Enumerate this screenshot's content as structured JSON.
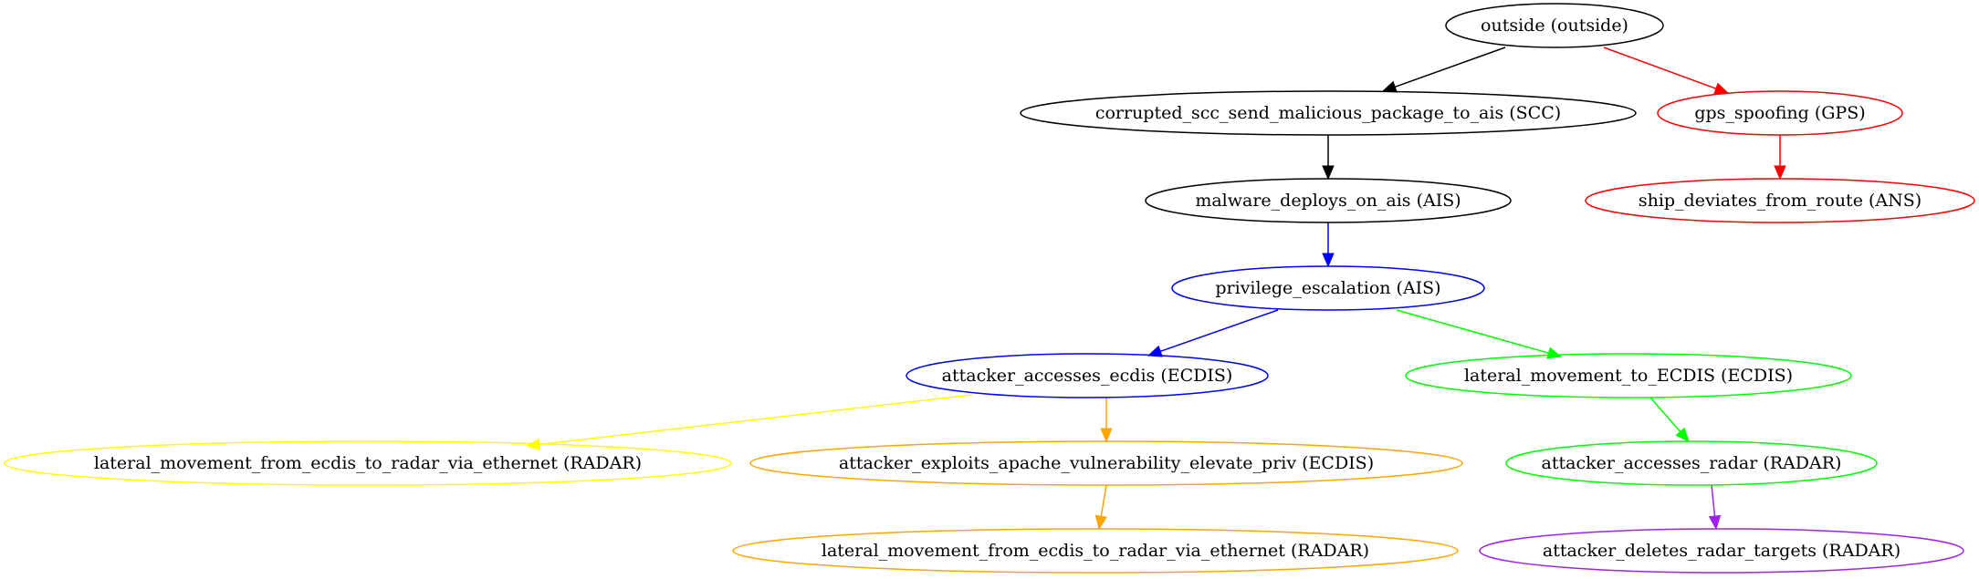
{
  "nodes": [
    {
      "id": "n_outside",
      "label": "outside (outside)",
      "color": "#000000"
    },
    {
      "id": "n_scc",
      "label": "corrupted_scc_send_malicious_package_to_ais (SCC)",
      "color": "#000000"
    },
    {
      "id": "n_gps",
      "label": "gps_spoofing (GPS)",
      "color": "#ff0000"
    },
    {
      "id": "n_malware",
      "label": "malware_deploys_on_ais (AIS)",
      "color": "#000000"
    },
    {
      "id": "n_ship",
      "label": "ship_deviates_from_route (ANS)",
      "color": "#ff0000"
    },
    {
      "id": "n_priv",
      "label": "privilege_escalation (AIS)",
      "color": "#0000ff"
    },
    {
      "id": "n_ecdis",
      "label": "attacker_accesses_ecdis (ECDIS)",
      "color": "#0000ff"
    },
    {
      "id": "n_latecdis",
      "label": "lateral_movement_to_ECDIS (ECDIS)",
      "color": "#00ff00"
    },
    {
      "id": "n_latradar_y",
      "label": "lateral_movement_from_ecdis_to_radar_via_ethernet (RADAR)",
      "color": "#ffff00"
    },
    {
      "id": "n_apache",
      "label": "attacker_exploits_apache_vulnerability_elevate_priv (ECDIS)",
      "color": "#ffa500"
    },
    {
      "id": "n_radar",
      "label": "attacker_accesses_radar (RADAR)",
      "color": "#00ff00"
    },
    {
      "id": "n_latradar_o",
      "label": "lateral_movement_from_ecdis_to_radar_via_ethernet (RADAR)",
      "color": "#ffa500"
    },
    {
      "id": "n_delete",
      "label": "attacker_deletes_radar_targets (RADAR)",
      "color": "#a020f0"
    }
  ],
  "edges": [
    {
      "from": "n_outside",
      "to": "n_scc",
      "color": "#000000"
    },
    {
      "from": "n_outside",
      "to": "n_gps",
      "color": "#ff0000"
    },
    {
      "from": "n_scc",
      "to": "n_malware",
      "color": "#000000"
    },
    {
      "from": "n_gps",
      "to": "n_ship",
      "color": "#ff0000"
    },
    {
      "from": "n_malware",
      "to": "n_priv",
      "color": "#0000ff"
    },
    {
      "from": "n_priv",
      "to": "n_ecdis",
      "color": "#0000ff"
    },
    {
      "from": "n_priv",
      "to": "n_latecdis",
      "color": "#00ff00"
    },
    {
      "from": "n_ecdis",
      "to": "n_latradar_y",
      "color": "#ffff00"
    },
    {
      "from": "n_ecdis",
      "to": "n_apache",
      "color": "#ffa500"
    },
    {
      "from": "n_apache",
      "to": "n_latradar_o",
      "color": "#ffa500"
    },
    {
      "from": "n_latecdis",
      "to": "n_radar",
      "color": "#00ff00"
    },
    {
      "from": "n_radar",
      "to": "n_delete",
      "color": "#a020f0"
    }
  ]
}
